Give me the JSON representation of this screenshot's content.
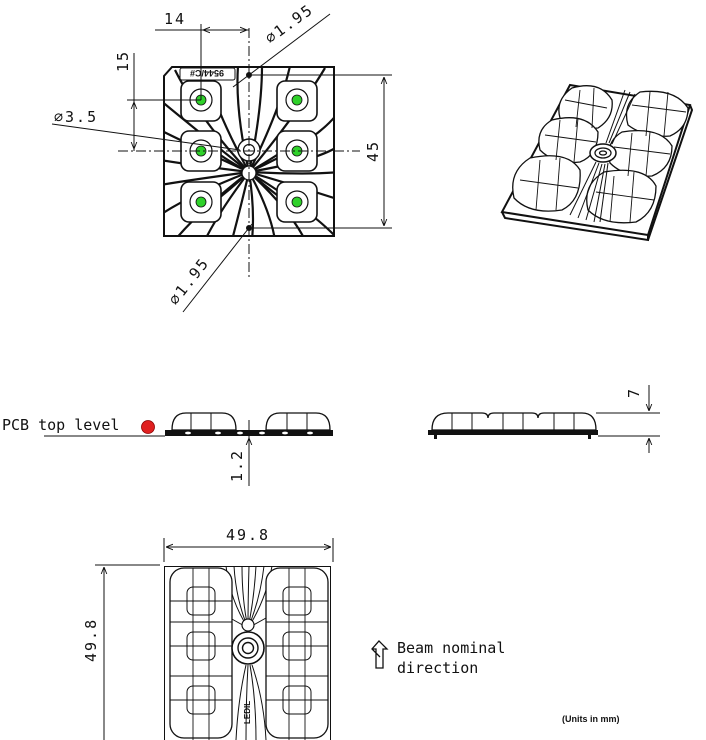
{
  "drawing": {
    "top_view": {
      "dims": {
        "pitch_x": "14",
        "pitch_y": "15",
        "hole_top": "⌀1.95",
        "hole_center": "⌀3.5",
        "hole_bottom": "⌀1.95",
        "hole_span": "45"
      },
      "marking": "9544/C#",
      "led_color": "#2fd12a",
      "led_count": 6
    },
    "side_view_front": {
      "pcb_label": "PCB top level",
      "pcb_marker_color": "#e02020",
      "dim_pin": "1.2"
    },
    "side_view_right": {
      "dim_height": "7"
    },
    "bottom_view": {
      "dim_width": "49.8",
      "dim_height": "49.8",
      "brand_marking": "LEDIL"
    },
    "legend": {
      "beam_line1": "Beam nominal",
      "beam_line2": "direction",
      "units": "(Units in mm)"
    }
  }
}
